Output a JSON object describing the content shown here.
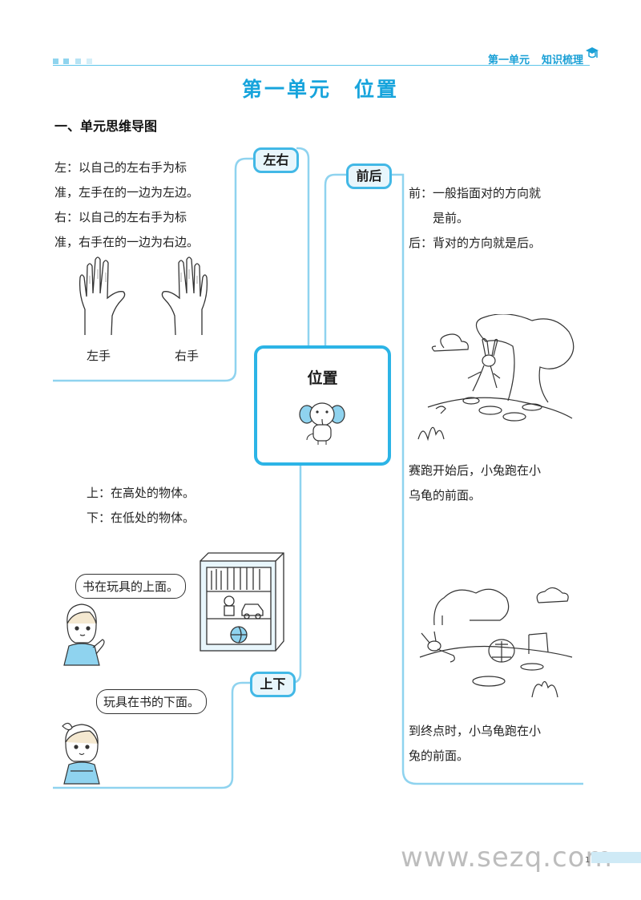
{
  "header": {
    "unit": "第一单元",
    "section": "知识梳理"
  },
  "page_title": "第一单元　位置",
  "section_title": "一、单元思维导图",
  "center_node": {
    "label": "位置",
    "icon": "elephant-icon"
  },
  "branches": {
    "left_right": {
      "label": "左右",
      "lines": [
        "左：以自己的左右手为标",
        "准，左手在的一边为左边。",
        "右：以自己的左右手为标",
        "准，右手在的一边为右边。"
      ],
      "left_hand_caption": "左手",
      "right_hand_caption": "右手"
    },
    "front_back": {
      "label": "前后",
      "lines": [
        "前：一般指面对的方向就",
        "　　是前。",
        "后：背对的方向就是后。"
      ],
      "caption1": [
        "赛跑开始后，小兔跑在小",
        "乌龟的前面。"
      ],
      "caption2": [
        "到终点时，小乌龟跑在小",
        "兔的前面。"
      ]
    },
    "up_down": {
      "label": "上下",
      "lines": [
        "上：在高处的物体。",
        "下：在低处的物体。"
      ],
      "bubble1": "书在玩具的上面。",
      "bubble2": "玩具在书的下面。"
    }
  },
  "watermark": "www.sezq.com",
  "page_number": "1",
  "colors": {
    "accent": "#2cb4e6",
    "title": "#17a4dc",
    "line": "#8fd3ef"
  }
}
